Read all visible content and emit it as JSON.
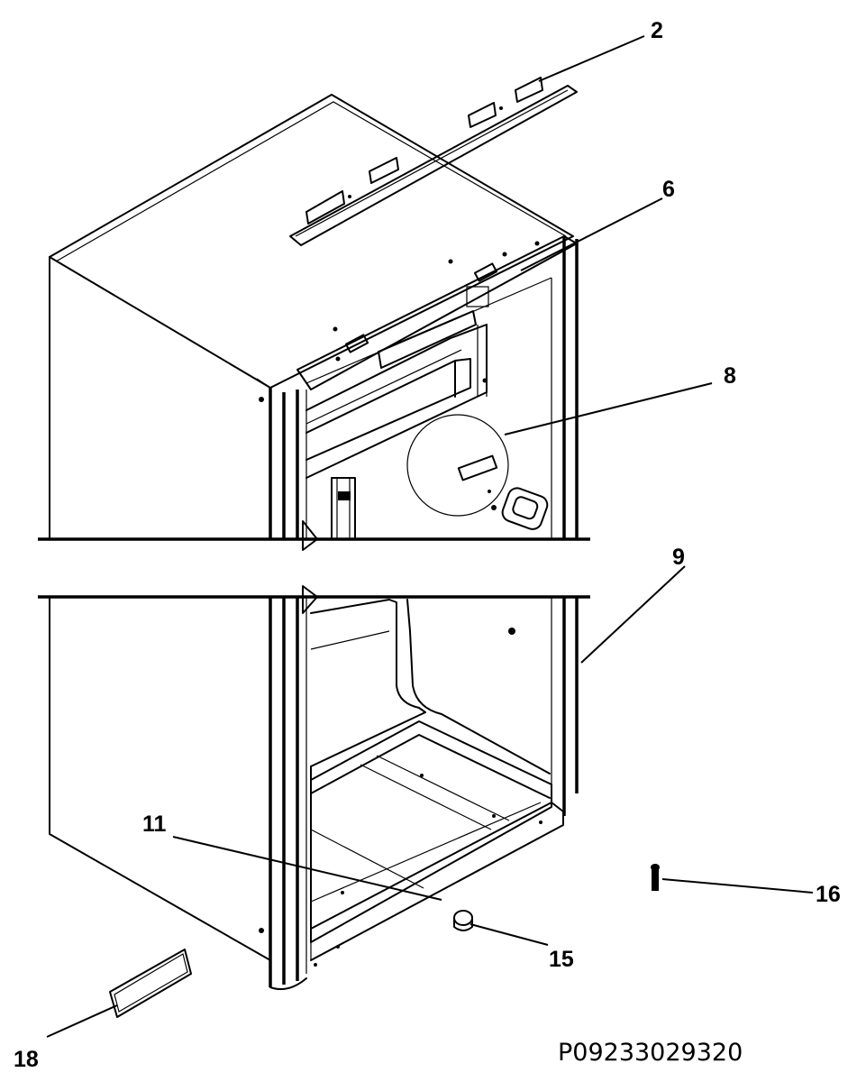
{
  "callouts": [
    {
      "id": "c2",
      "label": "2"
    },
    {
      "id": "c6",
      "label": "6"
    },
    {
      "id": "c8",
      "label": "8"
    },
    {
      "id": "c9",
      "label": "9"
    },
    {
      "id": "c11",
      "label": "11"
    },
    {
      "id": "c15",
      "label": "15"
    },
    {
      "id": "c16",
      "label": "16"
    },
    {
      "id": "c18",
      "label": "18"
    }
  ],
  "document_id": "P09233029320"
}
